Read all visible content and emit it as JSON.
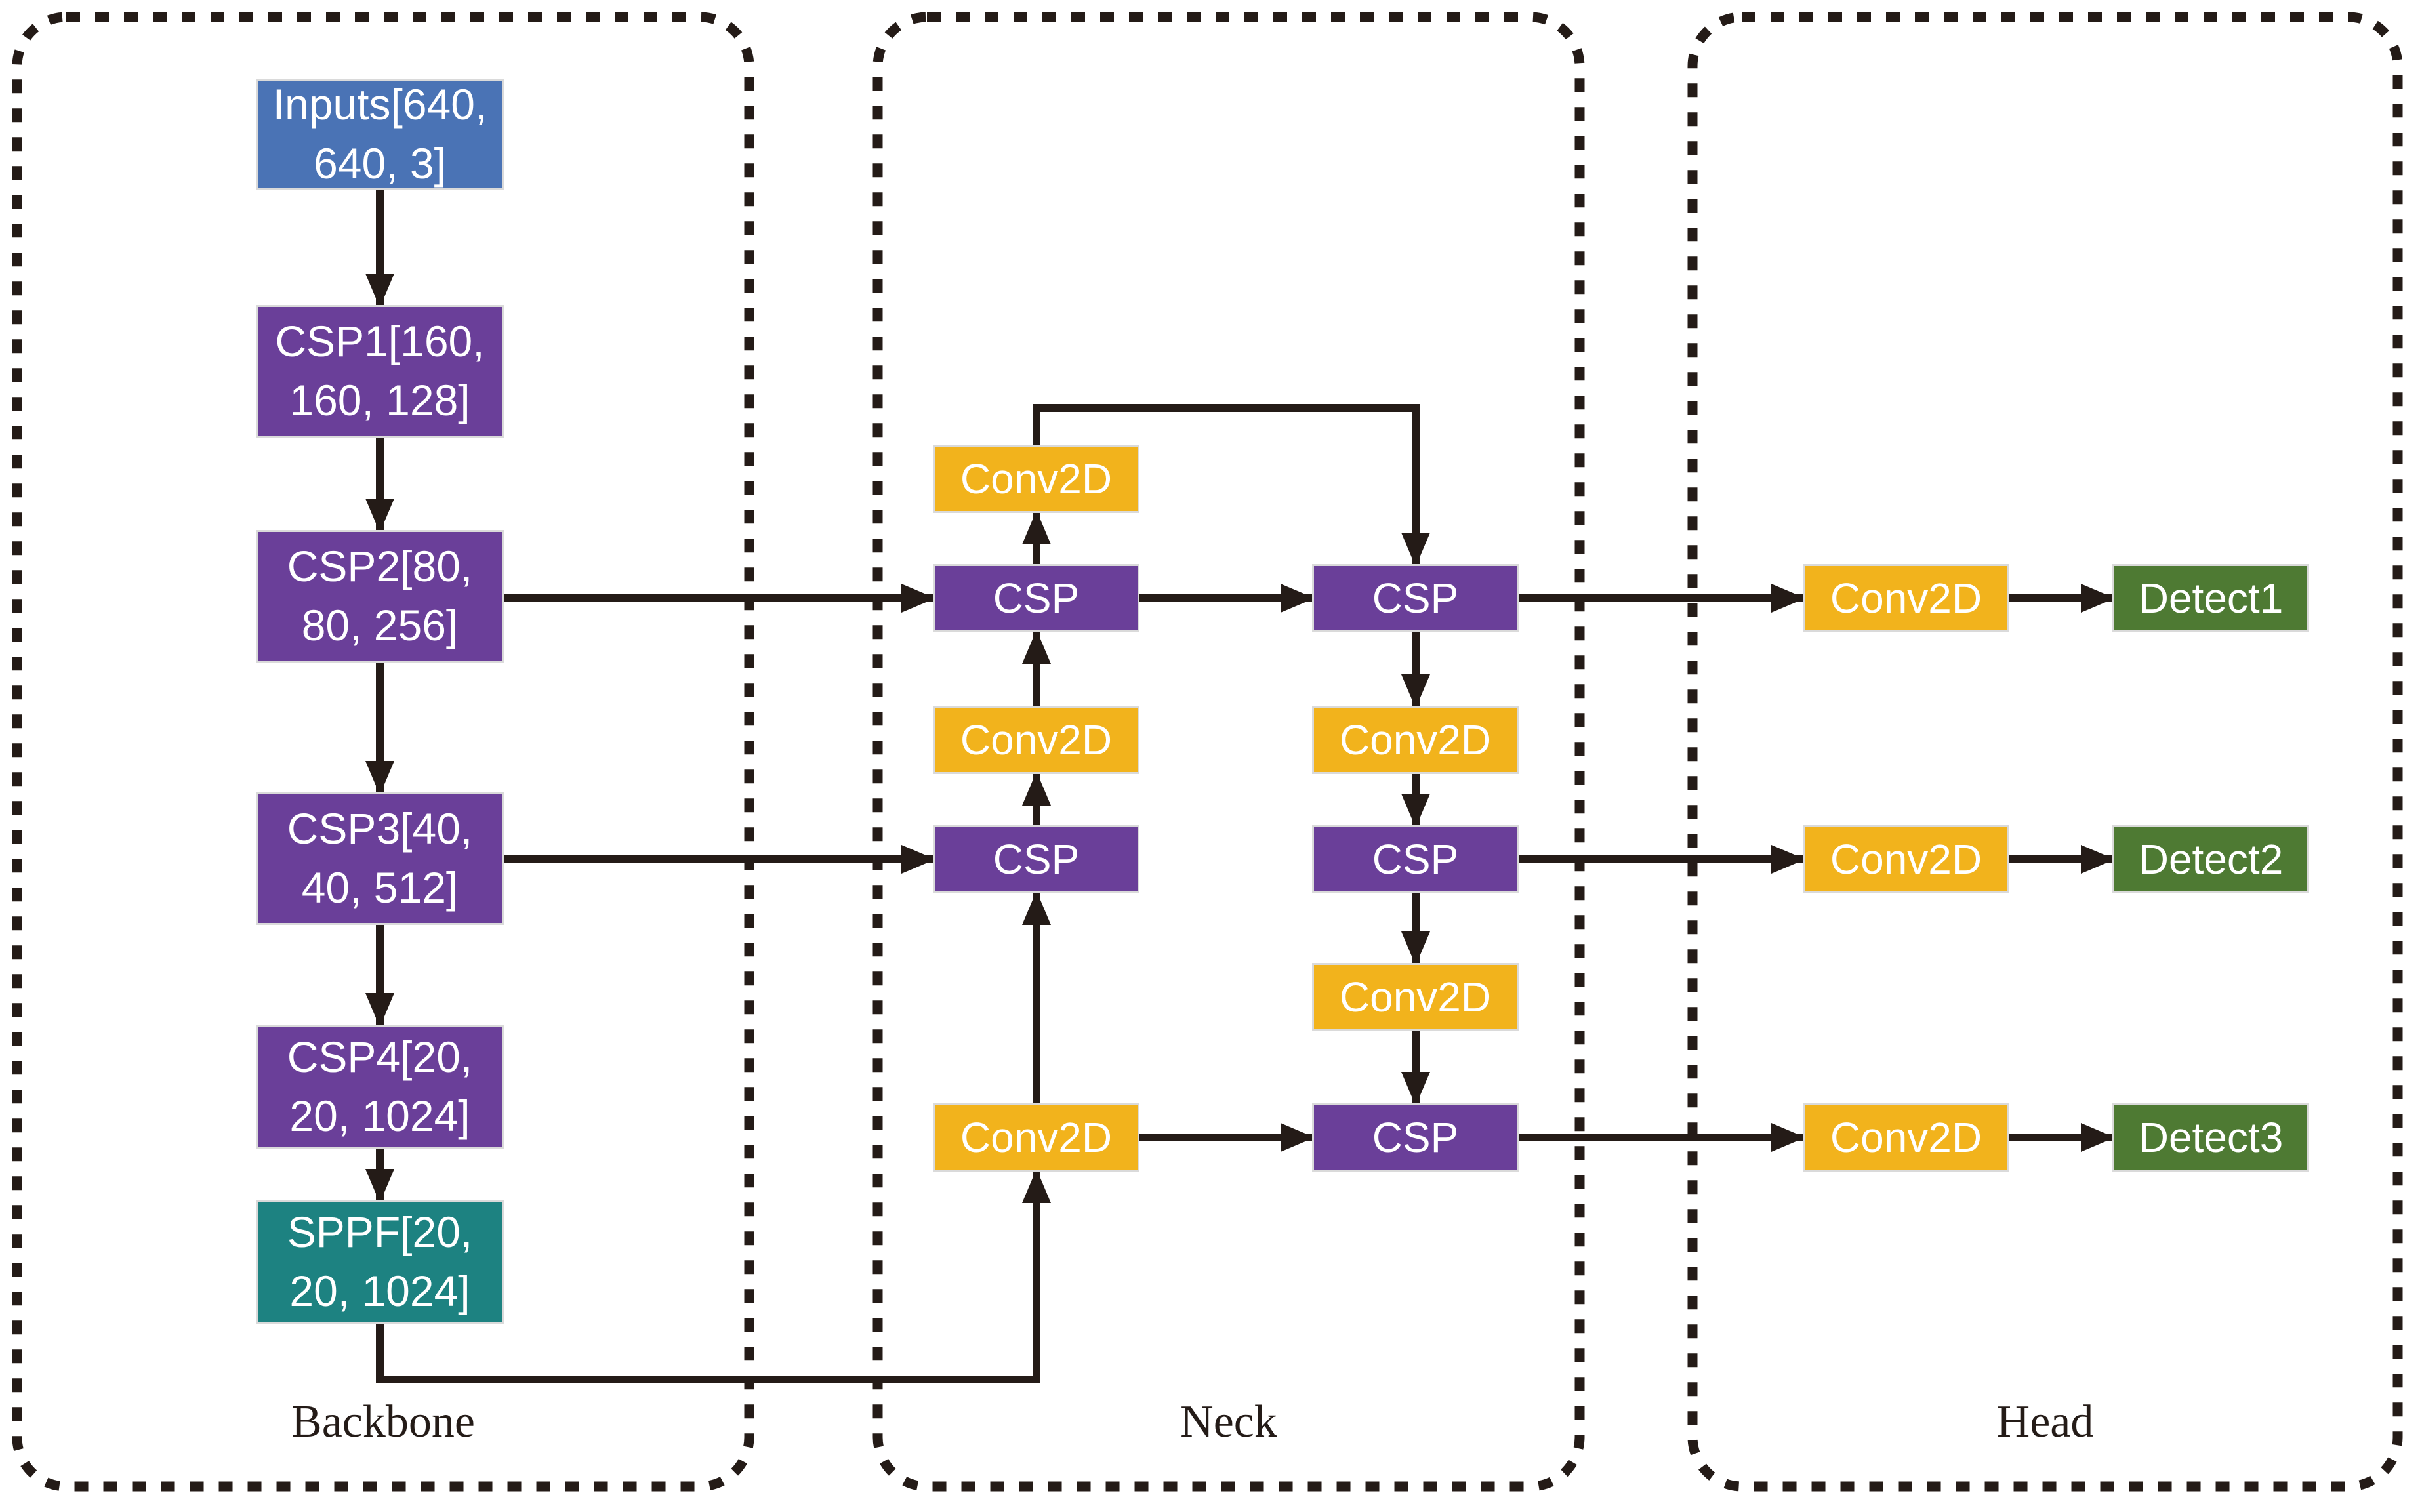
{
  "groups": {
    "backbone": {
      "label": "Backbone"
    },
    "neck": {
      "label": "Neck"
    },
    "head": {
      "label": "Head"
    }
  },
  "nodes": {
    "inputs": {
      "lines": [
        "Inputs[640,",
        "640, 3]"
      ]
    },
    "csp1": {
      "lines": [
        "CSP1[160,",
        "160, 128]"
      ]
    },
    "csp2": {
      "lines": [
        "CSP2[80,",
        "80, 256]"
      ]
    },
    "csp3": {
      "lines": [
        "CSP3[40,",
        "40, 512]"
      ]
    },
    "csp4": {
      "lines": [
        "CSP4[20,",
        "20, 1024]"
      ]
    },
    "sppf": {
      "lines": [
        "SPPF[20,",
        "20, 1024]"
      ]
    },
    "neck_conv_top": {
      "label": "Conv2D"
    },
    "neck_csp_left_upper": {
      "label": "CSP"
    },
    "neck_conv_left_mid": {
      "label": "Conv2D"
    },
    "neck_csp_left_lower": {
      "label": "CSP"
    },
    "neck_conv_bottom": {
      "label": "Conv2D"
    },
    "neck_csp_right_upper": {
      "label": "CSP"
    },
    "neck_conv_right_upper": {
      "label": "Conv2D"
    },
    "neck_csp_right_mid": {
      "label": "CSP"
    },
    "neck_conv_right_lower": {
      "label": "Conv2D"
    },
    "neck_csp_right_bottom": {
      "label": "CSP"
    },
    "head_conv1": {
      "label": "Conv2D"
    },
    "head_conv2": {
      "label": "Conv2D"
    },
    "head_conv3": {
      "label": "Conv2D"
    },
    "detect1": {
      "label": "Detect1"
    },
    "detect2": {
      "label": "Detect2"
    },
    "detect3": {
      "label": "Detect3"
    }
  },
  "palette": {
    "input_blue": "#4a73b5",
    "csp_purple": "#6a3f99",
    "sppf_teal": "#1d8281",
    "conv_yellow": "#f2b31c",
    "detect_green": "#4e7a33",
    "line_ink": "#241b17",
    "node_edge": "#dadada",
    "background": "#ffffff"
  }
}
